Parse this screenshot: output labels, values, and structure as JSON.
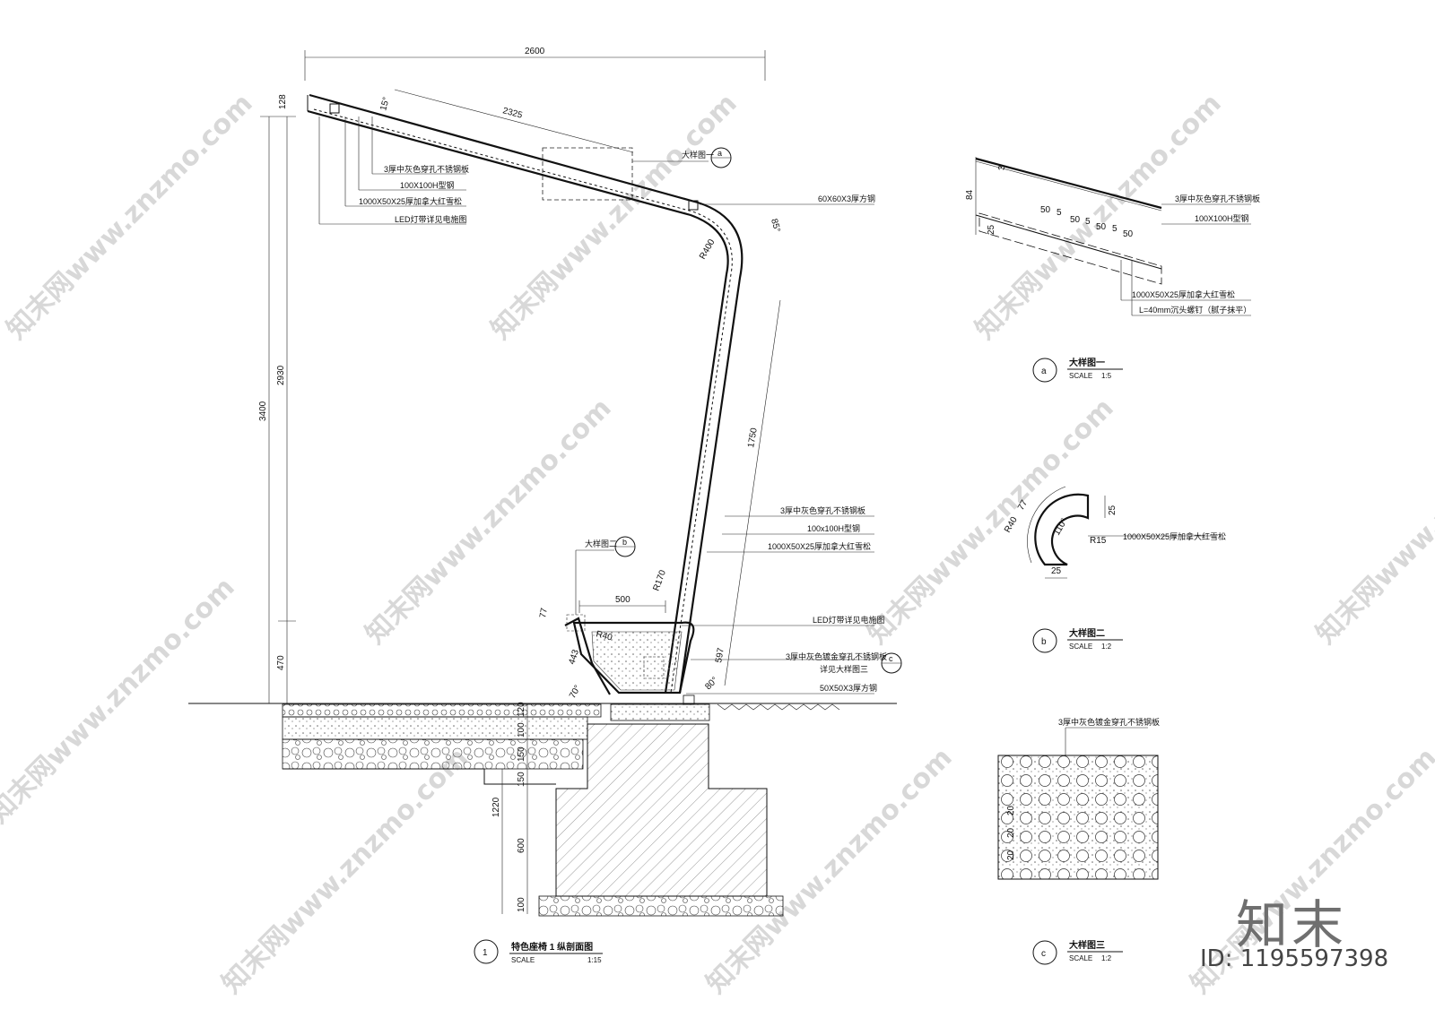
{
  "main": {
    "dims_top": {
      "width": "2600",
      "roof": "2325",
      "corner": "128",
      "angle": "15°"
    },
    "dims_left": {
      "total": "3400",
      "upper": "2930",
      "lower": "470"
    },
    "dims_post": {
      "length": "1750",
      "angle_top": "85°",
      "radius_top": "R400",
      "radius_bottom": "R170",
      "seat": "500",
      "seat_h": "443",
      "angle_seat": "70°",
      "slant": "597",
      "angle_base": "80°",
      "r40": "R40"
    },
    "dims_base": [
      "120",
      "100",
      "150",
      "150",
      "1220",
      "600",
      "100"
    ],
    "labels_roof": [
      "3厚中灰色穿孔不锈钢板",
      "100X100H型钢",
      "1000X50X25厚加拿大红雪松",
      "LED灯带详见电施图"
    ],
    "label_60": "60X60X3厚方钢",
    "labels_post": [
      "3厚中灰色穿孔不锈钢板",
      "100x100H型钢",
      "1000X50X25厚加拿大红雪松"
    ],
    "labels_seat": [
      "LED灯带详见电施图",
      "3厚中灰色镀金穿孔不锈钢板",
      "详见大样图三",
      "50X50X3厚方钢"
    ],
    "callout_a": {
      "text": "大样图一",
      "letter": "a"
    },
    "callout_b": {
      "text": "大样图二",
      "letter": "b"
    },
    "callout_c": {
      "letter": "c"
    },
    "title": {
      "num": "1",
      "name": "特色座椅 1 纵剖面图",
      "scale_label": "SCALE",
      "scale_value": "1:15"
    }
  },
  "detail_a": {
    "dims": [
      "84",
      "3",
      "25",
      "50",
      "5",
      "50",
      "5",
      "50",
      "5",
      "50"
    ],
    "labels": [
      "3厚中灰色穿孔不锈钢板",
      "100X100H型钢",
      "1000X50X25厚加拿大红雪松",
      "L=40mm沉头螺钉（腻子抹平）"
    ],
    "title": {
      "letter": "a",
      "name": "大样图一",
      "scale_label": "SCALE",
      "scale_value": "1:5"
    }
  },
  "detail_b": {
    "dims": {
      "angle": "77",
      "r40": "R40",
      "angle2": "110°",
      "side": "25",
      "bottom": "25",
      "r15": "R15"
    },
    "label": "1000X50X25厚加拿大红雪松",
    "title": {
      "letter": "b",
      "name": "大样图二",
      "scale_label": "SCALE",
      "scale_value": "1:2"
    }
  },
  "detail_c": {
    "label": "3厚中灰色镀金穿孔不锈钢板",
    "dims": [
      "20",
      "20",
      "20"
    ],
    "title": {
      "letter": "c",
      "name": "大样图三",
      "scale_label": "SCALE",
      "scale_value": "1:2"
    }
  },
  "watermark": "知末网www.znzmo.com",
  "brand": {
    "logo": "知末",
    "id": "ID: 1195597398"
  },
  "colors": {
    "line": "#111111",
    "watermark": "#d8d8d8",
    "brand": "#6f6f6f"
  }
}
